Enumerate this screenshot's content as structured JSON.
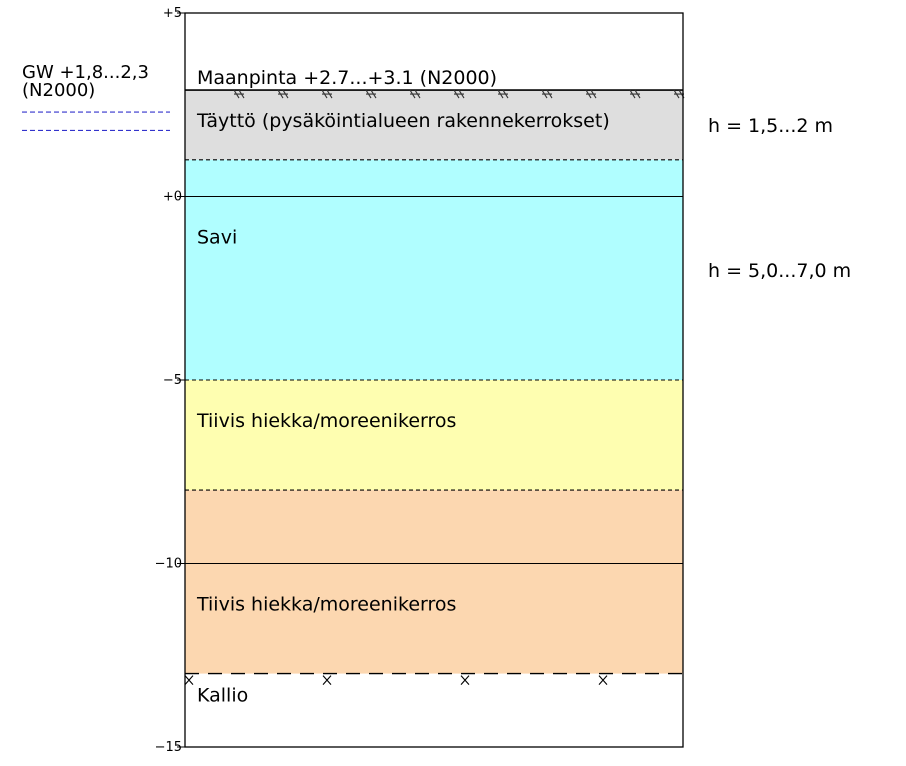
{
  "scale": {
    "max": 5,
    "min": -15,
    "ticks": [
      {
        "value": 5,
        "label": "+5"
      },
      {
        "value": 0,
        "label": "+0"
      },
      {
        "value": -5,
        "label": "−5"
      },
      {
        "value": -10,
        "label": "−10"
      },
      {
        "value": -15,
        "label": "−15"
      }
    ]
  },
  "ground": {
    "level": 2.9,
    "label": "Maanpinta  +2.7...+3.1  (N2000)"
  },
  "groundwater": {
    "line1": "GW  +1,8...2,3",
    "line2": "(N2000)",
    "levels": [
      2.3,
      1.8
    ],
    "color": "#3333cc"
  },
  "layers": [
    {
      "name": "Täyttö (pysäköintialueen rakennekerrokset)",
      "label": "Täyttö  (pysäköintialueen  rakennekerrokset)",
      "top": 2.9,
      "bottom": 1.0,
      "color": "#dedede",
      "bottom_line": "dashed"
    },
    {
      "name": "Savi (upper)",
      "label": "",
      "top": 1.0,
      "bottom": 0.0,
      "color": "#b0feff",
      "bottom_line": "solid"
    },
    {
      "name": "Savi",
      "label": "Savi",
      "top": 0.0,
      "bottom": -5.0,
      "color": "#b0feff",
      "bottom_line": "dashed"
    },
    {
      "name": "Tiivis hiekka/moreenikerros (upper)",
      "label": "Tiivis  hiekka/moreenikerros",
      "top": -5.0,
      "bottom": -8.0,
      "color": "#fefeb0",
      "bottom_line": "dashed"
    },
    {
      "name": "Tiivis hiekka/moreenikerros (lower, top part)",
      "label": "",
      "top": -8.0,
      "bottom": -10.0,
      "color": "#fcd7b0",
      "bottom_line": "solid"
    },
    {
      "name": "Tiivis hiekka/moreenikerros (lower)",
      "label": "Tiivis  hiekka/moreenikerros",
      "top": -10.0,
      "bottom": -13.0,
      "color": "#fcd7b0",
      "bottom_line": "bigdash"
    }
  ],
  "bedrock": {
    "label": "Kallio",
    "level": -13.0,
    "marker": "x"
  },
  "side_labels": [
    {
      "label": "h  =  1,5...2  m",
      "level": 1.95
    },
    {
      "label": "h  =  5,0...7,0  m",
      "level": -2.0
    }
  ]
}
